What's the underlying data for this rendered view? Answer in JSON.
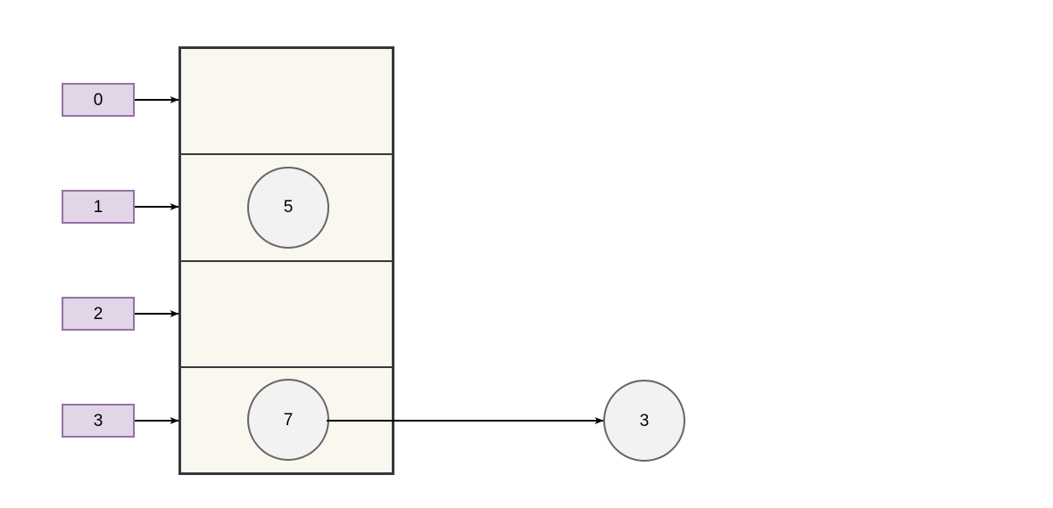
{
  "diagram": {
    "title": "hash-table-array-with-chained-nodes",
    "background": "#ffffff",
    "colors": {
      "index_box_fill": "#e1d5e7",
      "index_box_stroke": "#9673a6",
      "array_fill": "#faf7ef",
      "array_stroke": "#36393d",
      "node_fill": "#f2f2f2",
      "node_stroke": "#666666",
      "arrow_stroke": "#000000",
      "text": "#000000"
    }
  },
  "index_labels": [
    {
      "label": "0"
    },
    {
      "label": "1"
    },
    {
      "label": "2"
    },
    {
      "label": "3"
    }
  ],
  "array_slots": [
    {
      "index": "0",
      "node": null
    },
    {
      "index": "1",
      "node": "5"
    },
    {
      "index": "2",
      "node": null
    },
    {
      "index": "3",
      "node": "7"
    }
  ],
  "nodes": {
    "slot1": {
      "value": "5"
    },
    "slot3": {
      "value": "7"
    },
    "chained": {
      "value": "3"
    }
  },
  "arrows": [
    {
      "name": "index-0-to-slot-0",
      "from": "index-label-0",
      "to": "array-slot-0"
    },
    {
      "name": "index-1-to-slot-1",
      "from": "index-label-1",
      "to": "array-slot-1"
    },
    {
      "name": "index-2-to-slot-2",
      "from": "index-label-2",
      "to": "array-slot-2"
    },
    {
      "name": "index-3-to-slot-3",
      "from": "index-label-3",
      "to": "array-slot-3"
    },
    {
      "name": "node-7-to-node-3",
      "from": "node-7",
      "to": "node-3"
    }
  ]
}
